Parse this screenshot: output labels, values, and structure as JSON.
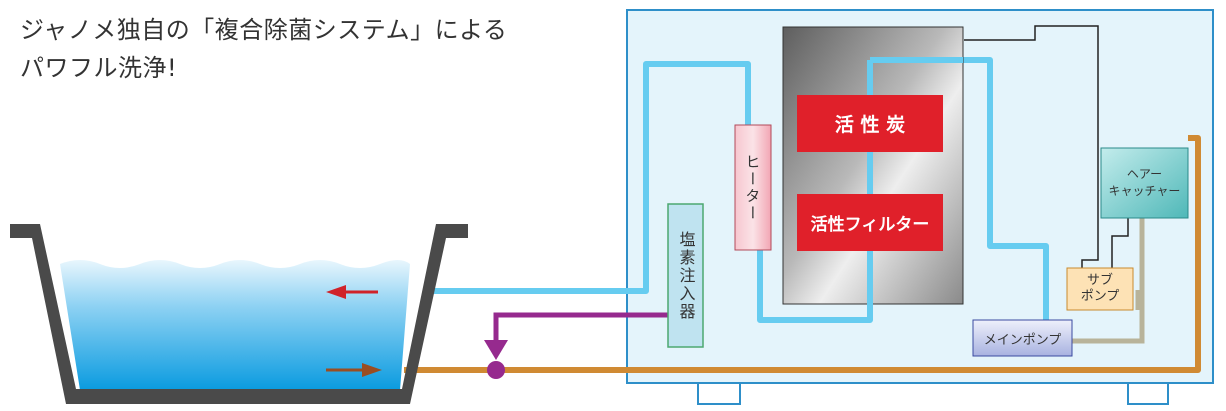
{
  "headline": {
    "line1": "ジャノメ独自の「複合除菌システム」による",
    "line2": "パワフル洗浄!"
  },
  "components": {
    "heater": "ヒーター",
    "chlorine_injector": "塩素注入器",
    "charcoal": "活 性 炭",
    "activated_filter": "活性フィルター",
    "hair_catcher_line1": "ヘアー",
    "hair_catcher_line2": "キャッチャー",
    "sub_pump_line1": "サブ",
    "sub_pump_line2": "ポンプ",
    "main_pump": "メインポンプ"
  },
  "colors": {
    "water_pipe": "#66ccf0",
    "return_pipe": "#d08a33",
    "chlorine_pipe": "#962a8e",
    "label_red": "#e0202a",
    "housing_fill": "#e4f4fb",
    "housing_stroke": "#2e8fc9"
  }
}
